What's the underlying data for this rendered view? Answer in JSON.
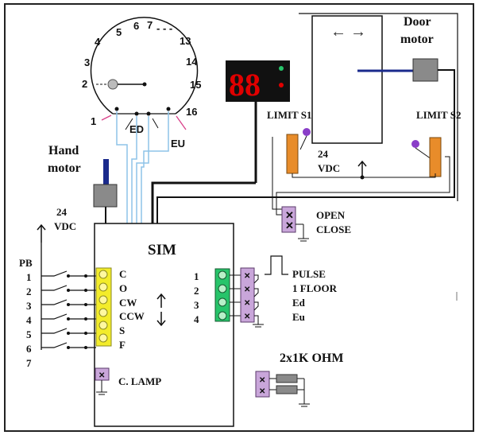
{
  "dial": {
    "left_numbers": [
      "1",
      "2",
      "3",
      "4",
      "5",
      "6",
      "7"
    ],
    "dots": "- - -",
    "right_numbers": [
      "13",
      "14",
      "15",
      "16"
    ],
    "ed_label": "ED",
    "eu_label": "EU"
  },
  "display": {
    "digits": "88"
  },
  "door": {
    "arrows": "← →",
    "motor_label_line1": "Door",
    "motor_label_line2": "motor"
  },
  "limits": {
    "s1": "LIMIT S1",
    "s2": "LIMIT S2",
    "voltage_line1": "24",
    "voltage_line2": "VDC"
  },
  "hand_motor": {
    "line1": "Hand",
    "line2": "motor"
  },
  "supply": {
    "line1": "24",
    "line2": "VDC"
  },
  "sim": {
    "title": "SIM"
  },
  "pb": {
    "title": "PB",
    "numbers": [
      "1",
      "2",
      "3",
      "4",
      "5",
      "6",
      "7"
    ]
  },
  "inputs_left": [
    "C",
    "O",
    "CW",
    "CCW",
    "S",
    "F"
  ],
  "inputs_right_numbers": [
    "1",
    "2",
    "3",
    "4"
  ],
  "outputs_right": [
    "PULSE",
    "1 FLOOR",
    "Ed",
    "Eu"
  ],
  "open_close": [
    "OPEN",
    "CLOSE"
  ],
  "lamp": "C. LAMP",
  "resistors": "2x1K OHM",
  "colors": {
    "display_bg": "#111111",
    "display_digit": "#e00000",
    "input_terminal": "#f3ec2a",
    "output_terminal": "#27c46a",
    "connector": "#c9a6da",
    "limit_switch": "#e88c2a",
    "motor_gray": "#8a8a8a",
    "blue_wire": "#8ec3e8",
    "door_rod": "#1a2a8c"
  }
}
